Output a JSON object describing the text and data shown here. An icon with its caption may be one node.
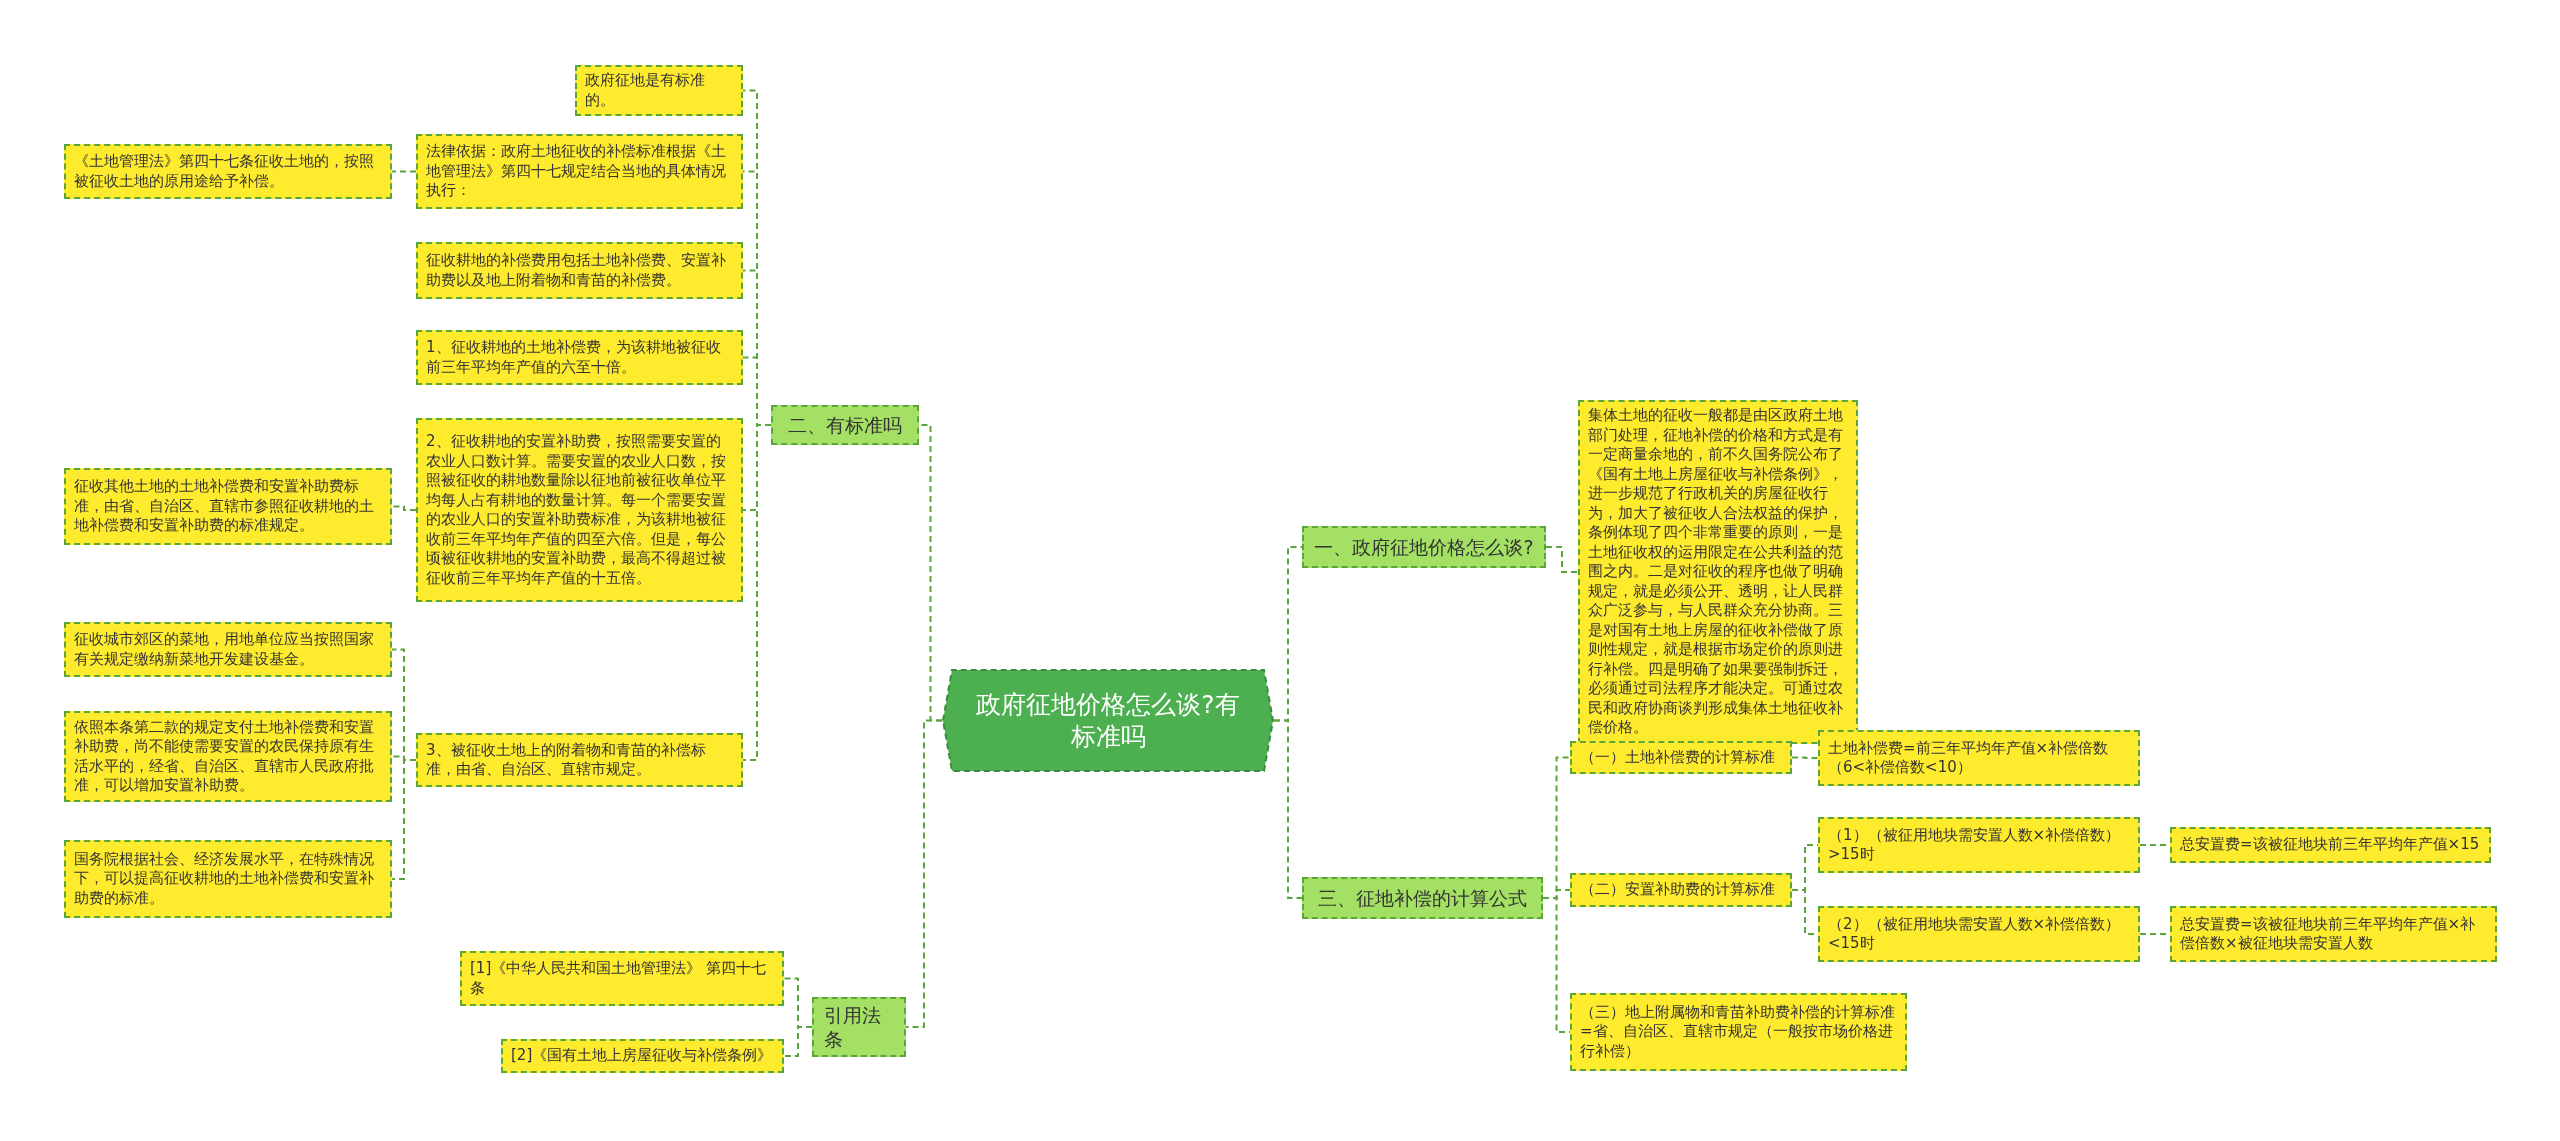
{
  "diagram": {
    "nodes": [
      {
        "text": [
          "政府征地价格怎么谈?有标准吗"
        ]
      },
      {
        "text": [
          "二、有标准吗"
        ]
      },
      {
        "text": [
          "政府征地是有标准的。"
        ]
      },
      {
        "text": [
          "法律依据：政府土地征收的补偿标准根据《土地管理法》第四十七规定结合当地的具体情况执行："
        ]
      },
      {
        "text": [
          "《土地管理法》第四十七条征收土地的，按照被征收土地的原用途给予补偿。"
        ]
      },
      {
        "text": [
          "征收耕地的补偿费用包括土地补偿费、安置补助费以及地上附着物和青苗的补偿费。"
        ]
      },
      {
        "text": [
          "1、征收耕地的土地补偿费，为该耕地被征收前三年平均年产值的六至十倍。"
        ]
      },
      {
        "text": [
          "2、征收耕地的安置补助费，按照需要安置的农业人口数计算。需要安置的农业人口数，按照被征收的耕地数量除以征地前被征收单位平均每人占有耕地的数量计算。每一个需要安置的农业人口的安置补助费标准，为该耕地被征收前三年平均年产值的四至六倍。但是，每公顷被征收耕地的安置补助费，最高不得超过被征收前三年平均年产值的十五倍。"
        ]
      },
      {
        "text": [
          "征收其他土地的土地补偿费和安置补助费标准，由省、自治区、直辖市参照征收耕地的土地补偿费和安置补助费的标准规定。"
        ]
      },
      {
        "text": [
          "3、被征收土地上的附着物和青苗的补偿标准，由省、自治区、直辖市规定。"
        ]
      },
      {
        "text": [
          "征收城市郊区的菜地，用地单位应当按照国家有关规定缴纳新菜地开发建设基金。"
        ]
      },
      {
        "text": [
          "依照本条第二款的规定支付土地补偿费和安置补助费，尚不能使需要安置的农民保持原有生活水平的，经省、自治区、直辖市人民政府批准，可以增加安置补助费。"
        ]
      },
      {
        "text": [
          "国务院根据社会、经济发展水平，在特殊情况下，可以提高征收耕地的土地补偿费和安置补助费的标准。"
        ]
      },
      {
        "text": [
          "引用法条"
        ]
      },
      {
        "text": [
          "[1]《中华人民共和国土地管理法》 第四十七条"
        ]
      },
      {
        "text": [
          "[2]《国有土地上房屋征收与补偿条例》"
        ]
      },
      {
        "text": [
          "一、政府征地价格怎么谈?"
        ]
      },
      {
        "text": [
          "集体土地的征收一般都是由区政府土地部门处理，征地补偿的价格和方式是有一定商量余地的，前不久国务院公布了《国有土地上房屋征收与补偿条例》，进一步规范了行政机关的房屋征收行为，加大了被征收人合法权益的保护，条例体现了四个非常重要的原则，一是土地征收权的运用限定在公共利益的范围之内。二是对征收的程序也做了明确规定，就是必须公开、透明，让人民群众广泛参与，与人民群众充分协商。三是对国有土地上房屋的征收补偿做了原则性规定，就是根据市场定价的原则进行补偿。四是明确了如果要强制拆迁，必须通过司法程序才能决定。可通过农民和政府协商谈判形成集体土地征收补偿价格。"
        ]
      },
      {
        "text": [
          "三、征地补偿的计算公式"
        ]
      },
      {
        "text": [
          "（一）土地补偿费的计算标准"
        ]
      },
      {
        "text": [
          "土地补偿费=前三年平均年产值×补偿倍数（6<补偿倍数<10）"
        ]
      },
      {
        "text": [
          "（二）安置补助费的计算标准"
        ]
      },
      {
        "text": [
          "（1）（被征用地块需安置人数×补偿倍数）>15时"
        ]
      },
      {
        "text": [
          "总安置费=该被征地块前三年平均年产值×15"
        ]
      },
      {
        "text": [
          "（2）（被征用地块需安置人数×补偿倍数）<15时"
        ]
      },
      {
        "text": [
          "总安置费=该被征地块前三年平均年产值×补偿倍数×被征地块需安置人数"
        ]
      },
      {
        "text": [
          "（三）地上附属物和青苗补助费补偿的计算标准=省、自治区、直辖市规定（一般按市场价格进行补偿）"
        ]
      }
    ],
    "edges": [
      {
        "from": 0,
        "to": 1,
        "arrow": "none"
      },
      {
        "from": 1,
        "to": 2,
        "arrow": "none"
      },
      {
        "from": 1,
        "to": 3,
        "arrow": "none"
      },
      {
        "from": 3,
        "to": 4,
        "arrow": "none"
      },
      {
        "from": 1,
        "to": 5,
        "arrow": "none"
      },
      {
        "from": 1,
        "to": 6,
        "arrow": "none"
      },
      {
        "from": 1,
        "to": 7,
        "arrow": "none"
      },
      {
        "from": 7,
        "to": 8,
        "arrow": "none"
      },
      {
        "from": 1,
        "to": 9,
        "arrow": "none"
      },
      {
        "from": 9,
        "to": 10,
        "arrow": "none"
      },
      {
        "from": 9,
        "to": 11,
        "arrow": "none"
      },
      {
        "from": 9,
        "to": 12,
        "arrow": "none"
      },
      {
        "from": 0,
        "to": 13,
        "arrow": "none"
      },
      {
        "from": 13,
        "to": 14,
        "arrow": "none"
      },
      {
        "from": 13,
        "to": 15,
        "arrow": "none"
      },
      {
        "from": 0,
        "to": 16,
        "arrow": "none"
      },
      {
        "from": 16,
        "to": 17,
        "arrow": "none"
      },
      {
        "from": 0,
        "to": 18,
        "arrow": "none"
      },
      {
        "from": 18,
        "to": 19,
        "arrow": "none"
      },
      {
        "from": 19,
        "to": 20,
        "arrow": "none"
      },
      {
        "from": 18,
        "to": 21,
        "arrow": "none"
      },
      {
        "from": 21,
        "to": 22,
        "arrow": "none"
      },
      {
        "from": 22,
        "to": 23,
        "arrow": "none"
      },
      {
        "from": 21,
        "to": 24,
        "arrow": "none"
      },
      {
        "from": 24,
        "to": 25,
        "arrow": "none"
      },
      {
        "from": 18,
        "to": 26,
        "arrow": "none"
      }
    ]
  }
}
